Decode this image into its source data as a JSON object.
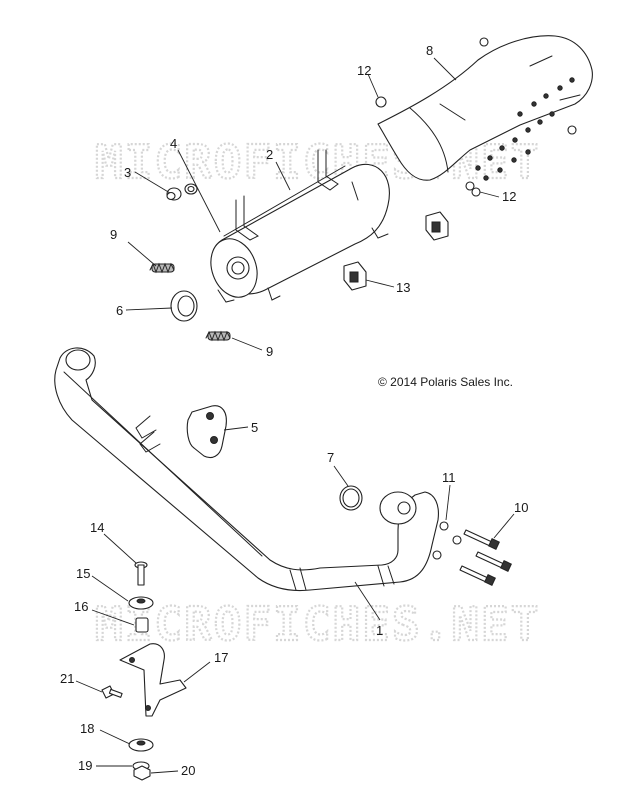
{
  "watermark": "MICROFICHES.NET",
  "copyright": "© 2014 Polaris Sales Inc.",
  "callouts": {
    "c1": "1",
    "c2": "2",
    "c3": "3",
    "c4": "4",
    "c5": "5",
    "c6": "6",
    "c7": "7",
    "c8": "8",
    "c9a": "9",
    "c9b": "9",
    "c10": "10",
    "c11": "11",
    "c12a": "12",
    "c12b": "12",
    "c13": "13",
    "c14": "14",
    "c15": "15",
    "c16": "16",
    "c17": "17",
    "c18": "18",
    "c19": "19",
    "c20": "20",
    "c21": "21"
  }
}
